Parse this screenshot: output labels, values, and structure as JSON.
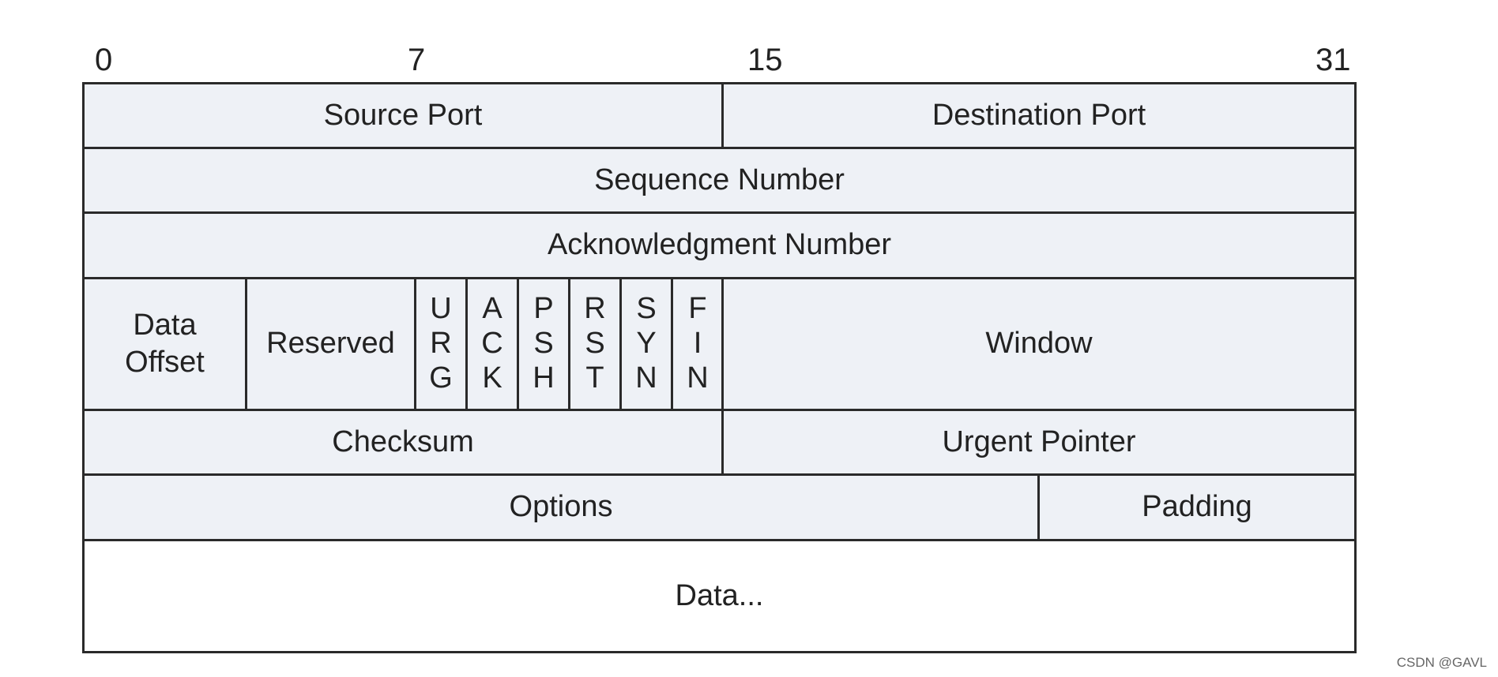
{
  "bit_markers": [
    "0",
    "7",
    "15",
    "31"
  ],
  "rows": {
    "source_port": "Source Port",
    "destination_port": "Destination Port",
    "sequence_number": "Sequence Number",
    "acknowledgment_number": "Acknowledgment Number",
    "data_offset": "Data Offset",
    "reserved": "Reserved",
    "flags": [
      [
        "U",
        "R",
        "G"
      ],
      [
        "A",
        "C",
        "K"
      ],
      [
        "P",
        "S",
        "H"
      ],
      [
        "R",
        "S",
        "T"
      ],
      [
        "S",
        "Y",
        "N"
      ],
      [
        "F",
        "I",
        "N"
      ]
    ],
    "window": "Window",
    "checksum": "Checksum",
    "urgent_pointer": "Urgent Pointer",
    "options": "Options",
    "padding": "Padding",
    "data": "Data..."
  },
  "watermark": "CSDN @GAVL"
}
